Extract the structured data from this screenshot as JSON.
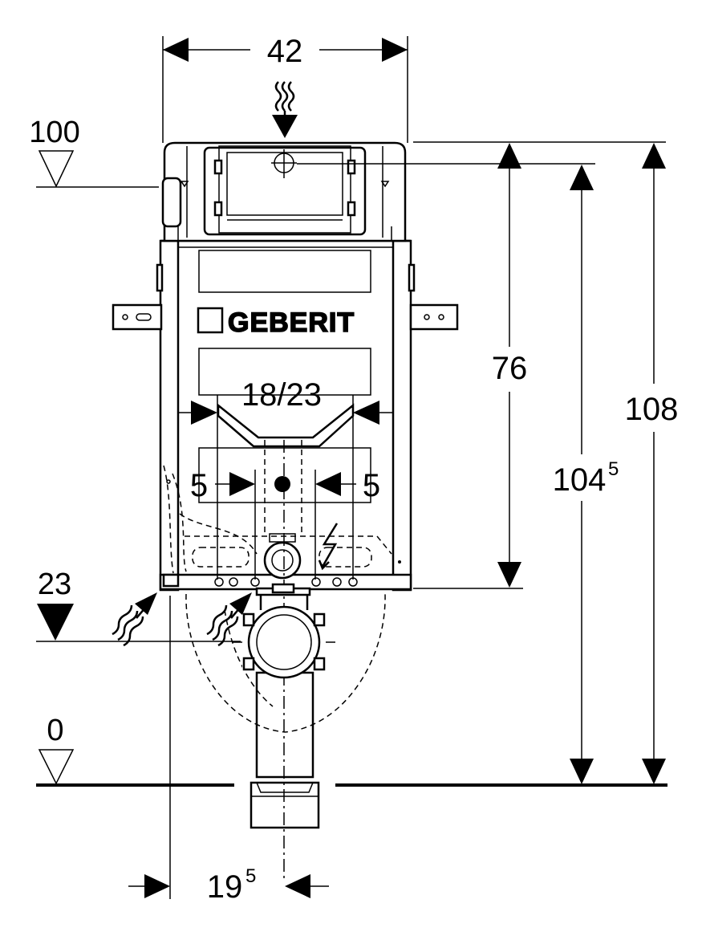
{
  "brand": {
    "logo_text": "GEBERIT"
  },
  "levels": {
    "top": "100",
    "mid": "23",
    "floor": "0"
  },
  "dimensions": {
    "width_top": "42",
    "inner_width": "18/23",
    "left_offset": "5",
    "right_offset": "5",
    "height_frame": "76",
    "height_actuation": "104",
    "height_actuation_sup": "5",
    "height_total": "108",
    "bottom_offset": "19",
    "bottom_offset_sup": "5"
  }
}
